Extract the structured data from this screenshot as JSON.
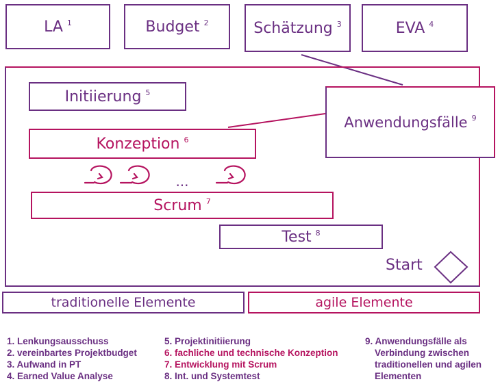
{
  "top_boxes": {
    "la": {
      "label": "LA",
      "num": "1"
    },
    "budget": {
      "label": "Budget",
      "num": "2"
    },
    "schaetzung": {
      "label": "Schätzung",
      "num": "3"
    },
    "eva": {
      "label": "EVA",
      "num": "4"
    }
  },
  "phases": {
    "initiierung": {
      "label": "Initiierung",
      "num": "5"
    },
    "konzeption": {
      "label": "Konzeption",
      "num": "6"
    },
    "scrum": {
      "label": "Scrum",
      "num": "7"
    },
    "test": {
      "label": "Test",
      "num": "8"
    },
    "anwendungsfaelle": {
      "label": "Anwendungsfälle",
      "num": "9"
    }
  },
  "ellipsis": "...",
  "start_label": "Start",
  "legend": {
    "traditional": "traditionelle Elemente",
    "agile": "agile Elemente"
  },
  "footnotes": {
    "col1": [
      "1. Lenkungsausschuss",
      "2. vereinbartes Projektbudget",
      "3. Aufwand in PT",
      "4. Earned Value Analyse"
    ],
    "col2": [
      "5. Projektinitiierung",
      "6. fachliche und technische Konzeption",
      "7. Entwicklung mit Scrum",
      "8. Int. und Systemtest"
    ],
    "col3": [
      "9. Anwendungsfälle als Verbindung zwischen traditionellen und agilen Elementen"
    ]
  },
  "colors": {
    "traditional": "#6a2f82",
    "agile": "#b5135f"
  }
}
